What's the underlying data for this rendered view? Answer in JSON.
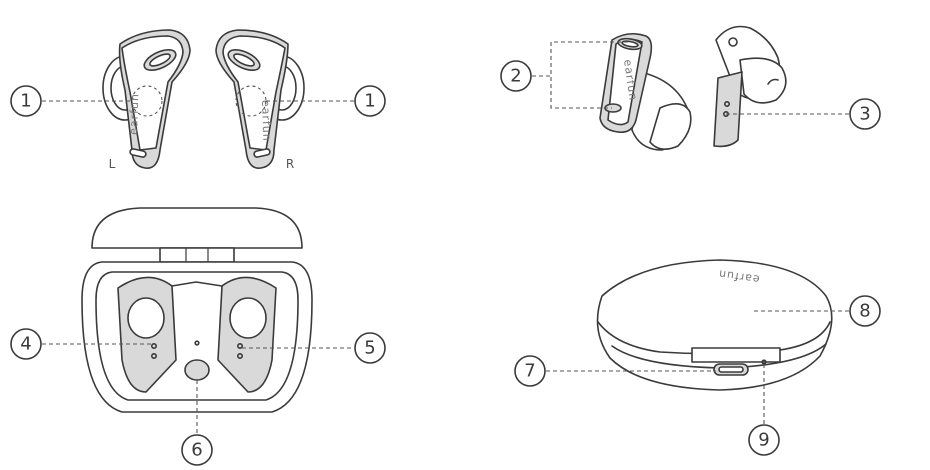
{
  "labels": {
    "left": "L",
    "right": "R",
    "brand": "earfun"
  },
  "callouts": {
    "c1a": "1",
    "c1b": "1",
    "c2": "2",
    "c3": "3",
    "c4": "4",
    "c5": "5",
    "c6": "6",
    "c7": "7",
    "c8": "8",
    "c9": "9"
  }
}
